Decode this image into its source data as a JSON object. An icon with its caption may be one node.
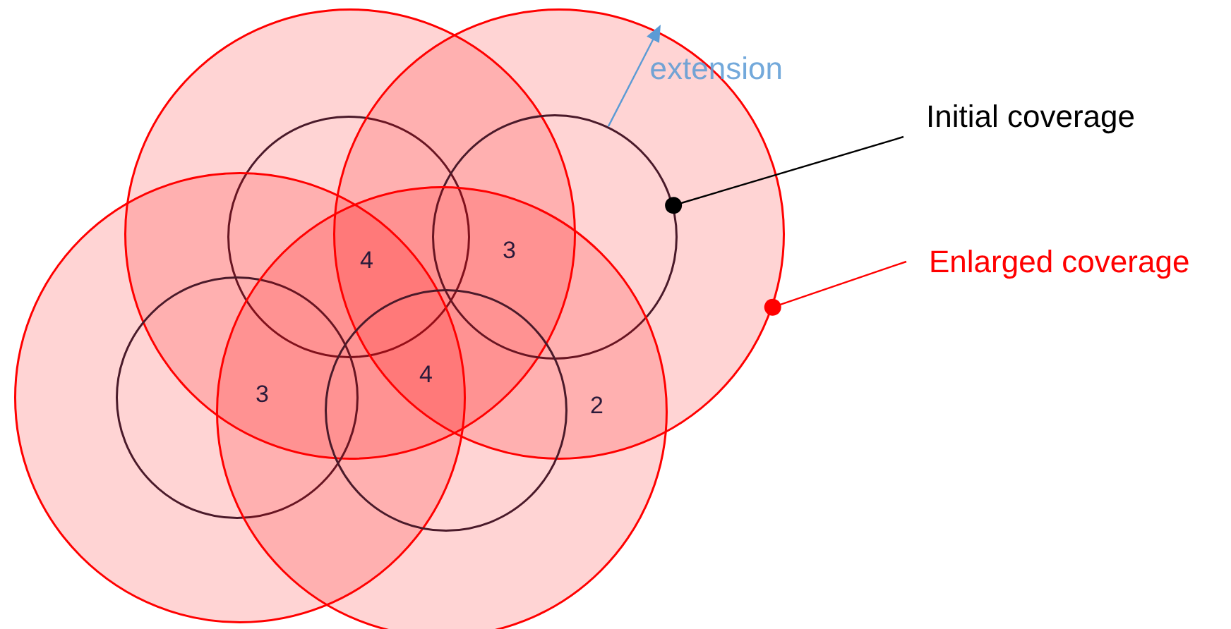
{
  "diagram": {
    "nodes": [
      {
        "text": [],
        "shape": "circle"
      },
      {
        "text": [],
        "shape": "circle"
      },
      {
        "text": [],
        "shape": "circle"
      },
      {
        "text": [],
        "shape": "circle"
      },
      {
        "text": [],
        "shape": "circle",
        "in": 0
      },
      {
        "text": [],
        "shape": "circle",
        "in": 1
      },
      {
        "text": [],
        "shape": "circle",
        "in": 2
      },
      {
        "text": [],
        "shape": "circle",
        "in": 3
      },
      {
        "text": [
          "Initial coverage"
        ]
      },
      {
        "text": [
          "Enlarged coverage"
        ]
      }
    ],
    "edges": [
      {
        "from": 8,
        "to": 5,
        "arrow": "other"
      },
      {
        "from": 9,
        "to": 1,
        "arrow": "other",
        "color": "#ff0000"
      },
      {
        "from": 5,
        "to": 1,
        "arrow": "to",
        "label": "extension",
        "color": "#5b9bd5"
      }
    ],
    "labels": [
      "4",
      "3",
      "4",
      "3",
      "2"
    ]
  }
}
